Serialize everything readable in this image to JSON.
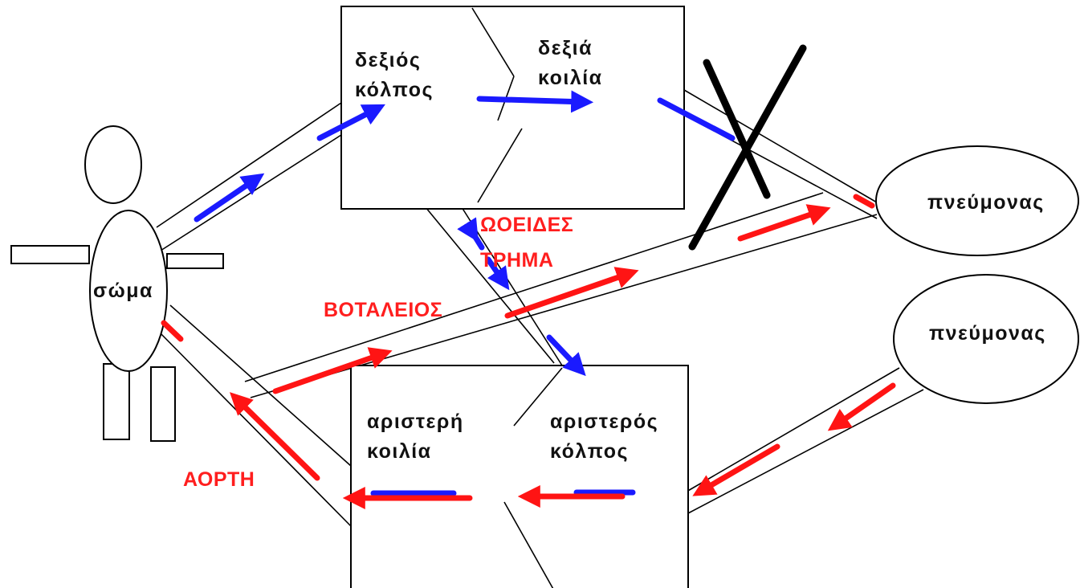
{
  "labels": {
    "right_atrium": [
      "δεξιός",
      "κόλπος"
    ],
    "right_ventricle": [
      "δεξιά",
      "κοιλία"
    ],
    "left_ventricle": [
      "αριστερή",
      "κοιλία"
    ],
    "left_atrium": [
      "αριστερός",
      "κόλπος"
    ],
    "lung_top": "πνεύμονας",
    "lung_bottom": "πνεύμονας",
    "body": "σώμα",
    "foramen_ovale": [
      "ΩΟΕΙΔΕΣ",
      "ΤΡΗΜΑ"
    ],
    "ductus": "ΒΟΤΑΛΕΙΟΣ",
    "aorta": "ΑΟΡΤΗ"
  },
  "colors": {
    "deoxygenated": "#1a1aff",
    "oxygenated": "#ff1414",
    "red_label": "#ff1e1e",
    "outline": "#000000"
  }
}
